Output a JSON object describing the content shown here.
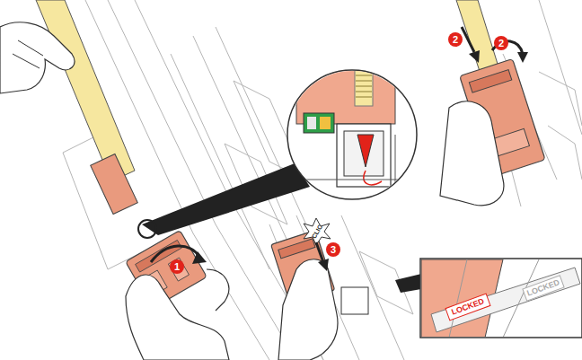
{
  "diagram": {
    "labels": [
      "1",
      "2",
      "2",
      "3",
      "CLIC",
      "LOCKED",
      "LOCKED"
    ]
  }
}
